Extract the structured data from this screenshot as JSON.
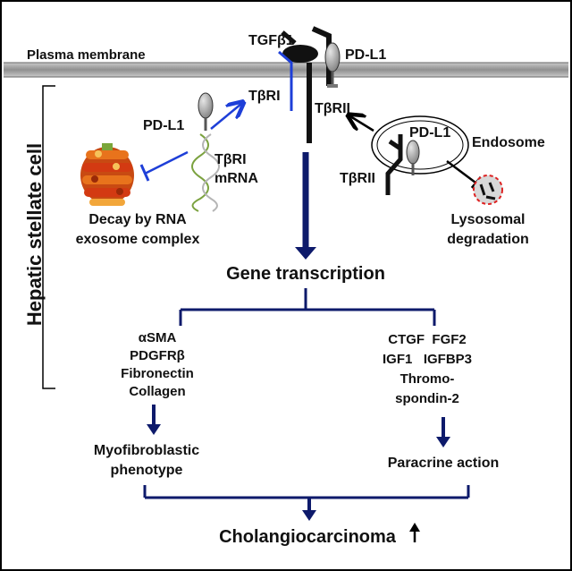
{
  "membrane_label": "Plasma membrane",
  "cell_label": "Hepatic stellate cell",
  "tgfb1": "TGFβ1",
  "pdl1_surface": "PD-L1",
  "tbri_surface": "TβRI",
  "tbrii_surface": "TβRII",
  "pdl1_left": "PD-L1",
  "mrna_line1": "TβRI",
  "mrna_line2": "mRNA",
  "decay_line1": "Decay by RNA",
  "decay_line2": "exosome complex",
  "endosome_pdl1": "PD-L1",
  "endosome_label": "Endosome",
  "tbrii_endosome": "TβRII",
  "lyso_line1": "Lysosomal",
  "lyso_line2": "degradation",
  "gene_transcription": "Gene transcription",
  "left_genes": [
    "αSMA",
    "PDGFRβ",
    "Fibronectin",
    "Collagen"
  ],
  "right_genes": [
    "CTGF  FGF2",
    "IGF1   IGFBP3",
    "Thromo-",
    "spondin-2"
  ],
  "myo_line1": "Myofibroblastic",
  "myo_line2": "phenotype",
  "paracrine": "Paracrine action",
  "cholangio": "Cholangiocarcinoma",
  "cholangio_arrow": "🠕",
  "colors": {
    "navy": "#0d1a6b",
    "blue": "#1e3fd8",
    "black": "#000000",
    "gray": "#9a9a9a"
  }
}
